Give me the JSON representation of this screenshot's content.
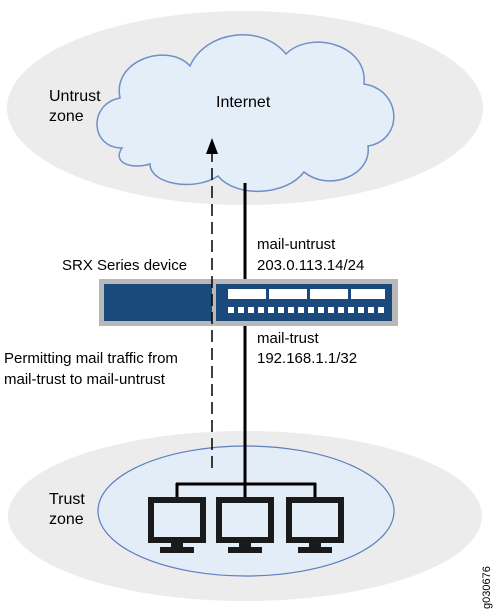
{
  "untrust_zone": {
    "line1": "Untrust",
    "line2": "zone"
  },
  "internet": {
    "label": "Internet"
  },
  "device": {
    "label": "SRX Series device"
  },
  "mail_untrust": {
    "name": "mail-untrust",
    "address": "203.0.113.14/24"
  },
  "mail_trust": {
    "name": "mail-trust",
    "address": "192.168.1.1/32"
  },
  "policy_note": {
    "line1": "Permitting mail traffic from",
    "line2": "mail-trust to mail-untrust"
  },
  "trust_zone": {
    "line1": "Trust",
    "line2": "zone"
  },
  "figure_id": "g030676",
  "colors": {
    "zone_fill": "#ececec",
    "cloud_fill": "#e4eef8",
    "cloud_stroke": "#6e8fc7",
    "trust_ellipse_fill": "#e3edf8",
    "trust_ellipse_stroke": "#5c7fbf",
    "device_gray": "#b8b8b8",
    "device_navy": "#1a4a7c",
    "monitor_fill": "#e4eef8"
  },
  "icons": {
    "cloud": "internet-cloud-icon",
    "device": "srx-device-icon",
    "computer": "computer-monitor-icon"
  }
}
